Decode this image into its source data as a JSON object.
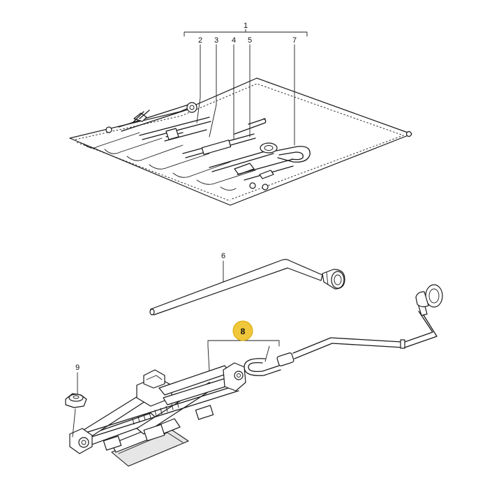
{
  "callouts": {
    "c1": "1",
    "c2": "2",
    "c3": "3",
    "c4": "4",
    "c5": "5",
    "c6": "6",
    "c7": "7",
    "c8": "8",
    "c9": "9"
  },
  "highlight": {
    "callout": "8",
    "color": "#f0c73a"
  }
}
